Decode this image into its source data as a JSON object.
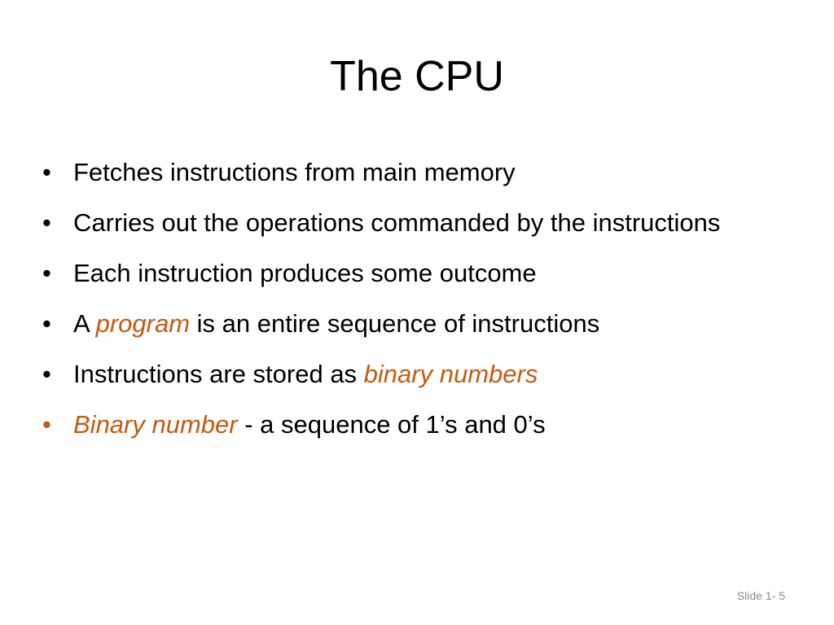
{
  "slide": {
    "title": "The CPU",
    "accent_color": "#c55a11",
    "bullets": [
      {
        "pre": "Fetches instructions from main memory",
        "em": "",
        "post": ""
      },
      {
        "pre": "Carries out the operations commanded by the instructions",
        "em": "",
        "post": ""
      },
      {
        "pre": "Each instruction produces some outcome",
        "em": "",
        "post": ""
      },
      {
        "pre": "A ",
        "em": "program",
        "post": " is an entire sequence of instructions"
      },
      {
        "pre": "Instructions are stored as ",
        "em": "binary numbers",
        "post": ""
      },
      {
        "pre": "",
        "em": "Binary number",
        "post": " - a sequence of 1’s and 0’s"
      }
    ],
    "bullet_glyph": "•",
    "footer": "Slide 1- 5"
  }
}
